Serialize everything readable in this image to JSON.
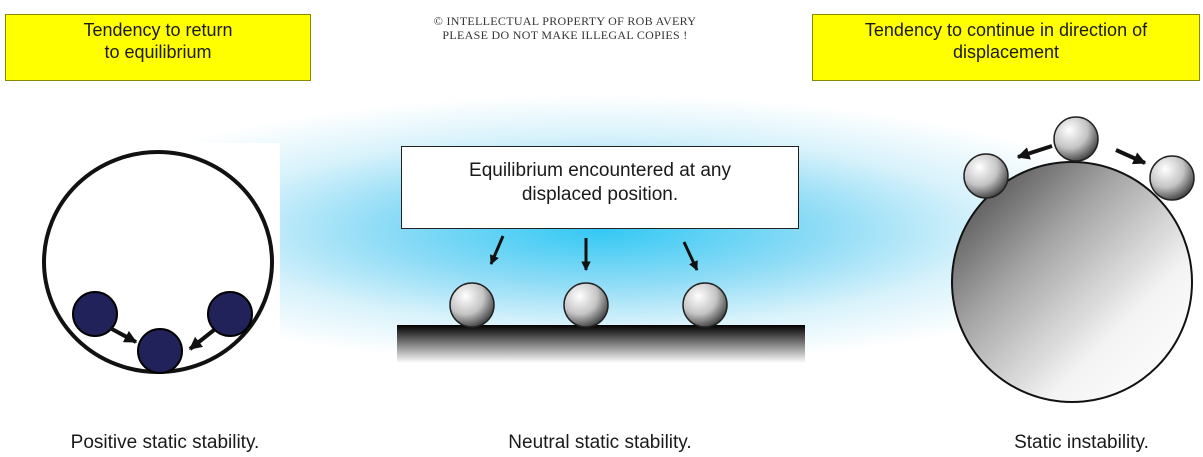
{
  "top_left_note": {
    "line1": "Tendency to return",
    "line2": "to equilibrium"
  },
  "copyright": {
    "line1": "© INTELLECTUAL PROPERTY OF ROB AVERY",
    "line2": "PLEASE DO NOT MAKE ILLEGAL COPIES !"
  },
  "top_right_note": {
    "line1": "Tendency to continue in direction of",
    "line2": "displacement"
  },
  "callout": {
    "line1": "Equilibrium encountered at any",
    "line2": "displaced position."
  },
  "captions": {
    "positive": "Positive static stability.",
    "neutral": "Neutral static stability.",
    "unstable": "Static instability."
  },
  "colors": {
    "note_fill": "#ffff00",
    "glow": "#33c8f4",
    "dark_ball": "#22225a"
  }
}
